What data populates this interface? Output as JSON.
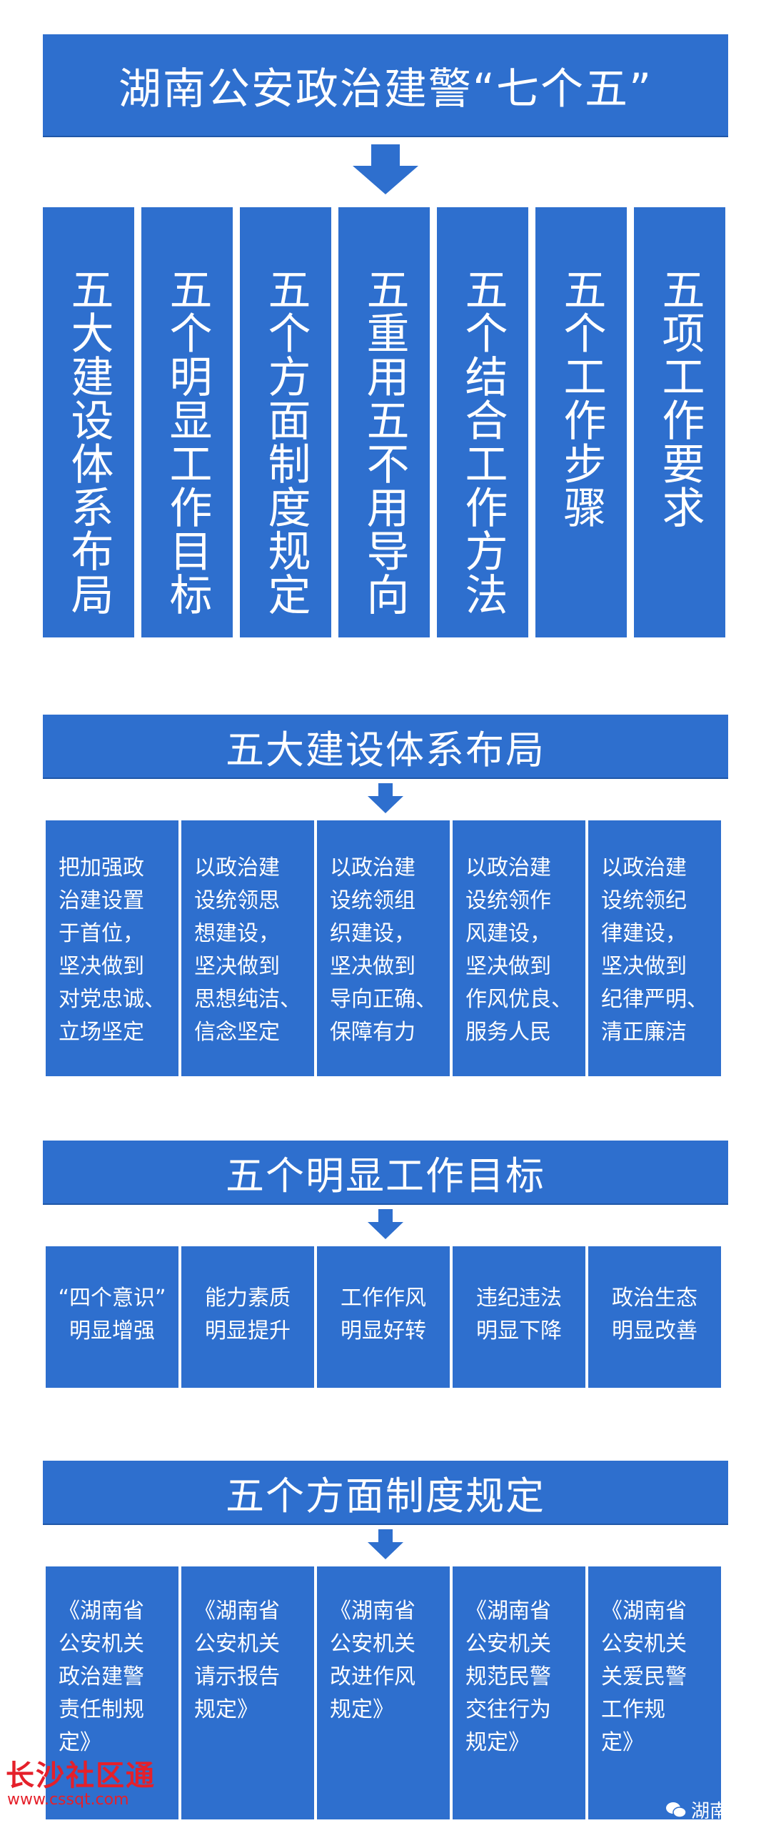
{
  "title": "湖南公安政治建警“七个五”",
  "seven": [
    "五大建设体系布局",
    "五个明显工作目标",
    "五个方面制度规定",
    "五重用五不用导向",
    "五个结合工作方法",
    "五个工作步骤",
    "五项工作要求"
  ],
  "section1": {
    "title": "五大建设体系布局",
    "items": [
      "把加强政\n治建设置\n于首位，\n坚决做到\n对党忠诚、\n立场坚定",
      "以政治建\n设统领思\n想建设，\n坚决做到\n思想纯洁、\n信念坚定",
      "以政治建\n设统领组\n织建设，\n坚决做到\n导向正确、\n保障有力",
      "以政治建\n设统领作\n风建设，\n坚决做到\n作风优良、\n服务人民",
      "以政治建\n设统领纪\n律建设，\n坚决做到\n纪律严明、\n清正廉洁"
    ]
  },
  "section2": {
    "title": "五个明显工作目标",
    "items": [
      "“四个意识”\n明显增强",
      "能力素质\n明显提升",
      "工作作风\n明显好转",
      "违纪违法\n明显下降",
      "政治生态\n明显改善"
    ]
  },
  "section3": {
    "title": "五个方面制度规定",
    "items": [
      "《湖南省\n公安机关\n政治建警\n责任制规\n定》",
      "《湖南省\n公安机关\n请示报告\n规定》",
      "《湖南省\n公安机关\n改进作风\n规定》",
      "《湖南省\n公安机关\n规范民警\n交往行为\n规定》",
      "《湖南省\n公安机关\n关爱民警\n工作规\n定》"
    ]
  },
  "watermark": {
    "left": "长沙社区通",
    "left_url": "www.cssqt.com",
    "right": "湖南公安"
  },
  "colors": {
    "box": "#2e6fce",
    "arrow": "#2e6fce",
    "watermark": "#e5202a"
  }
}
